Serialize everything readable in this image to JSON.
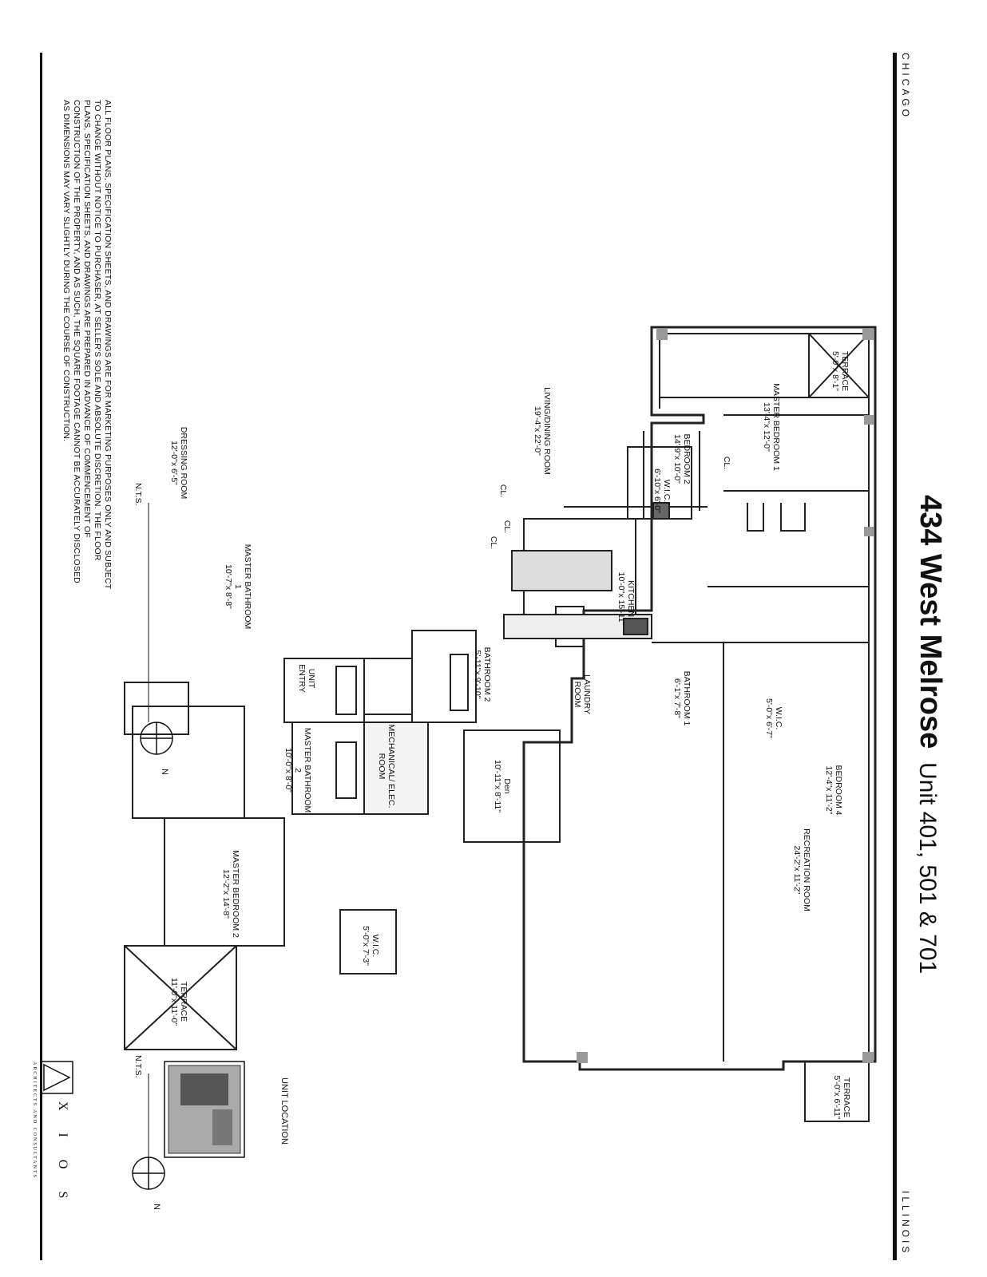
{
  "header": {
    "city": "CHICAGO",
    "state": "ILLINOIS",
    "address": "434 West Melrose",
    "units": "Unit 401, 501 & 701"
  },
  "rooms": [
    {
      "name": "TERRACE",
      "dims": "5'-0\"x 8'-1\""
    },
    {
      "name": "MASTER BEDROOM 1",
      "dims": "13'-4\"x 12'-0\""
    },
    {
      "name": "BEDROOM 2",
      "dims": "14'-9\"x 10'-0\""
    },
    {
      "name": "LIVING/DINING ROOM",
      "dims": "19'-4\"x 22'-0\""
    },
    {
      "name": "TERRACE",
      "dims": "5'-0\"x 6'-11\""
    },
    {
      "name": "RECREATION ROOM",
      "dims": "24'-2\"x 11'-2\""
    },
    {
      "name": "DRESSING ROOM",
      "dims": "12'-0\"x 6'-5\""
    },
    {
      "name": "W.I.C.",
      "dims": "6'-10\"x 6'-0\""
    },
    {
      "name": "MASTER BATHROOM 1",
      "dims": "10'-7\"x 8'-8\""
    },
    {
      "name": "KITCHEN",
      "dims": "10'-0\"x 15'-11\""
    },
    {
      "name": "BATHROOM 2",
      "dims": "5'-11\"x 9'-10\""
    },
    {
      "name": "LAUNDRY ROOM",
      "dims": ""
    },
    {
      "name": "BATHROOM 1",
      "dims": "6'-1\"x 7'-8\""
    },
    {
      "name": "W.I.C.",
      "dims": "5'-0\"x 6'-7\""
    },
    {
      "name": "BEDROOM 4",
      "dims": "12'-4\"x 11'-2\""
    },
    {
      "name": "Den",
      "dims": "10'-11\"x 8'-11\""
    },
    {
      "name": "MECHANICAL/ ELEC. ROOM",
      "dims": ""
    },
    {
      "name": "MASTER BATHROOM 2",
      "dims": "10'-0\"x 8'-0\""
    },
    {
      "name": "W.I.C.",
      "dims": "5'-0\"x 7'-3\""
    },
    {
      "name": "MASTER BEDROOM 2",
      "dims": "12'-2\"x 14'-8\""
    },
    {
      "name": "TERRACE",
      "dims": "11'-0\"x 11'-0\""
    }
  ],
  "closets": [
    "CL.",
    "CL.",
    "CL.",
    "CL."
  ],
  "entry_label": "UNIT ENTRY",
  "nts_main": "N.T.S.",
  "nts_location": "N.T.S.",
  "north_label": "N",
  "unit_location_label": "UNIT LOCATION",
  "disclaimer": [
    "ALL FLOOR PLANS, SPECIFICATION SHEETS, AND DRAWINGS ARE FOR MARKETING PURPOSES ONLY AND SUBJECT",
    "TO CHANGE WITHOUT NOTICE TO PURCHASER, AT SELLER'S SOLE AND ABSOLUTE DISCRETION. THE FLOOR",
    "PLANS, SPECIFICATION SHEETS, AND DRAWINGS ARE PREPARED IN ADVANCE OF COMMENCEMENT OF",
    "CONSTRUCTION OF THE PROPERTY, AND AS SUCH, THE SQUARE FOOTAGE CANNOT BE ACCURATELY DISCLOSED",
    "AS DIMENSIONS MAY VARY SLIGHTLY DURING THE COURSE OF CONSTRUCTION."
  ],
  "logo": {
    "name": "X I O S",
    "tagline": "ARCHITECTS AND CONSULTANTS"
  }
}
